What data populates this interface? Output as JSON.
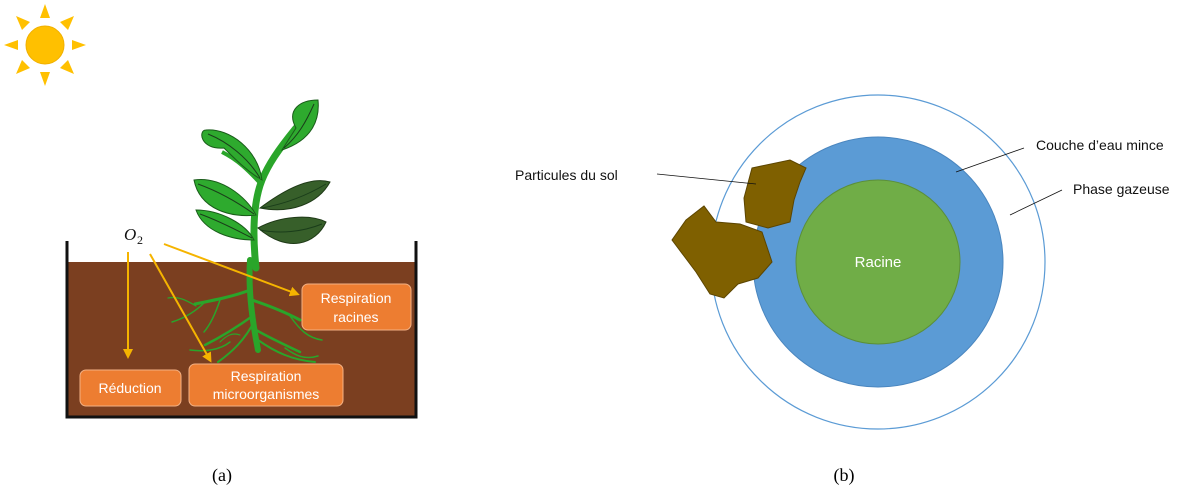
{
  "panel_a": {
    "oxygen_label": "O",
    "oxygen_subscript": "2",
    "boxes": {
      "respiration_racines": [
        "Respiration",
        "racines"
      ],
      "reduction": "Réduction",
      "respiration_micro": [
        "Respiration",
        "microorganismes"
      ]
    },
    "caption": "(a)"
  },
  "panel_b": {
    "labels": {
      "particules": "Particules du sol",
      "couche_eau": "Couche d’eau mince",
      "phase_gazeuse": "Phase gazeuse",
      "racine": "Racine"
    },
    "caption": "(b)"
  },
  "colors": {
    "soil": "#7B3F20",
    "arrow": "#F5B400",
    "box": "#ED7D31",
    "leaf_light": "#2EAA2E",
    "leaf_dark": "#375F2A",
    "stem": "#2AA52A",
    "water": "#5B9BD5",
    "root": "#70AD47",
    "particle": "#7F6000",
    "sun": "#FFC000"
  }
}
